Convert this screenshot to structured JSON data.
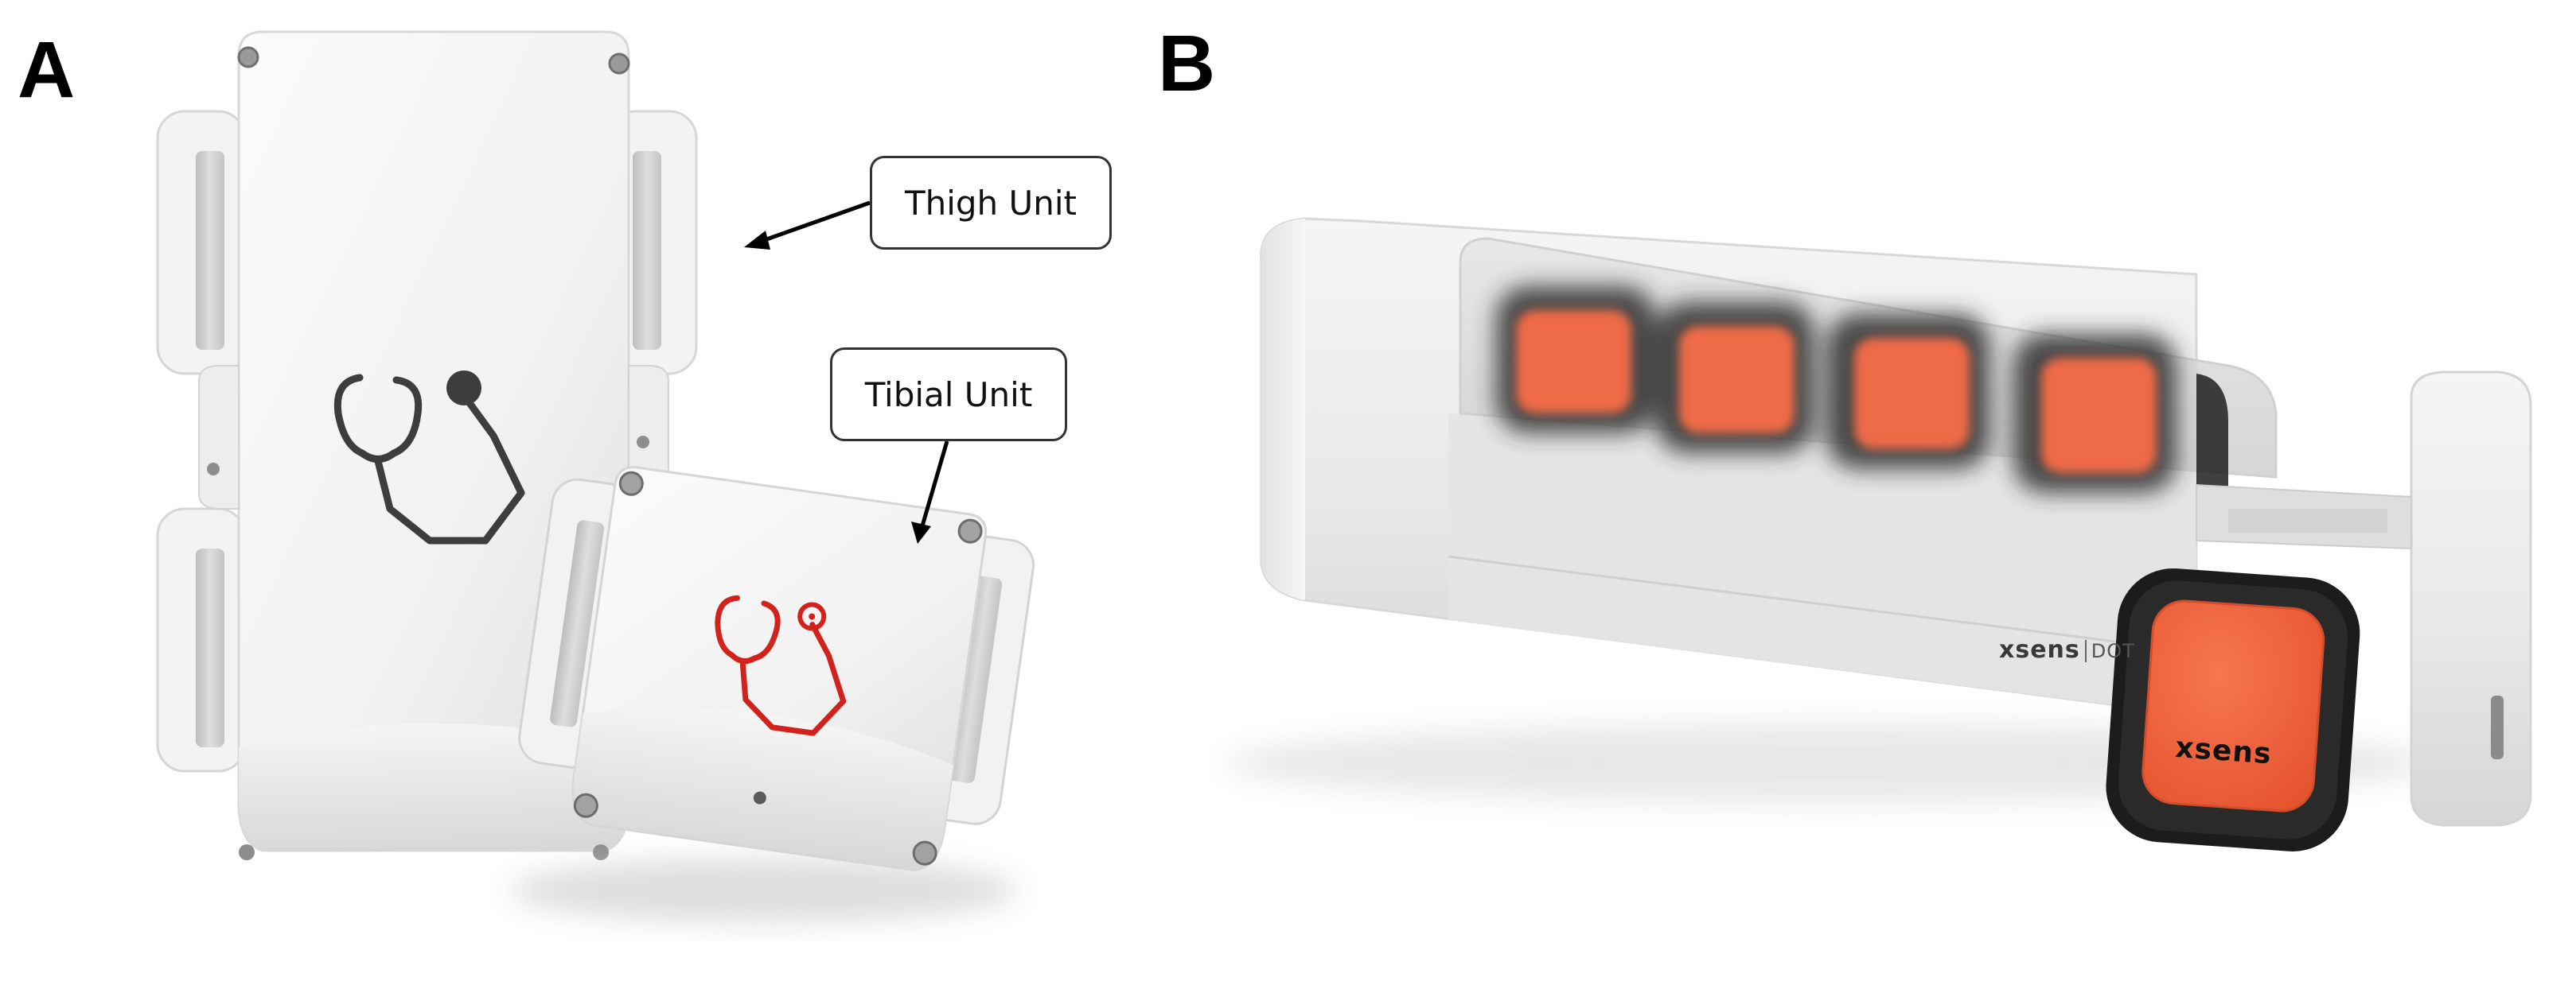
{
  "panels": {
    "a": {
      "letter": "A"
    },
    "b": {
      "letter": "B"
    }
  },
  "callouts": {
    "thigh": "Thigh Unit",
    "tibial": "Tibial Unit"
  },
  "brand": {
    "case_logo": "xsens",
    "case_logo_suffix": "DOT",
    "sensor_logo": "xsens"
  },
  "colors": {
    "device_body": "#f4f4f4",
    "thigh_logo": "#3d3d3d",
    "tibial_logo": "#d1221c",
    "sensor_face": "#f0603a",
    "sensor_bezel": "#1c1c1c",
    "case_shell": "#ececec"
  }
}
